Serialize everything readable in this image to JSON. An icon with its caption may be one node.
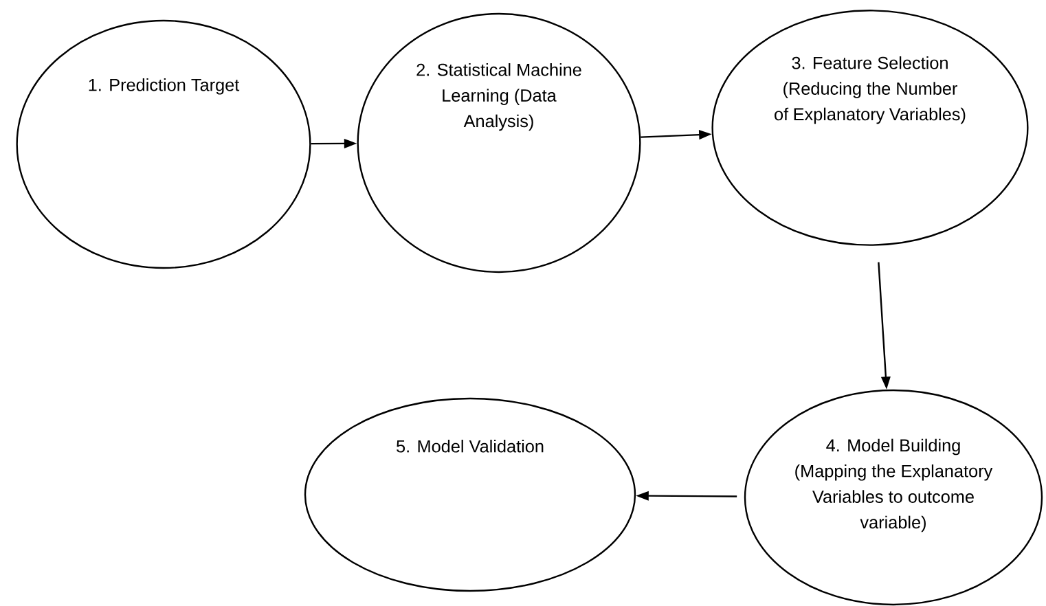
{
  "diagram": {
    "nodes": [
      {
        "text": [
          "1. Prediction Target"
        ]
      },
      {
        "text": [
          "2. Statistical Machine Learning (Data Analysis)"
        ]
      },
      {
        "text": [
          "3. Feature Selection (Reducing the Number of Explanatory Variables)"
        ]
      },
      {
        "text": [
          "4. Model Building (Mapping the Explanatory Variables to outcome variable)"
        ]
      },
      {
        "text": [
          "5. Model Validation"
        ]
      }
    ],
    "edges": [
      {
        "from": 0,
        "to": 1,
        "arrow": "to"
      },
      {
        "from": 1,
        "to": 2,
        "arrow": "to"
      },
      {
        "from": 2,
        "to": 3,
        "arrow": "to"
      },
      {
        "from": 3,
        "to": 4,
        "arrow": "to"
      }
    ]
  }
}
